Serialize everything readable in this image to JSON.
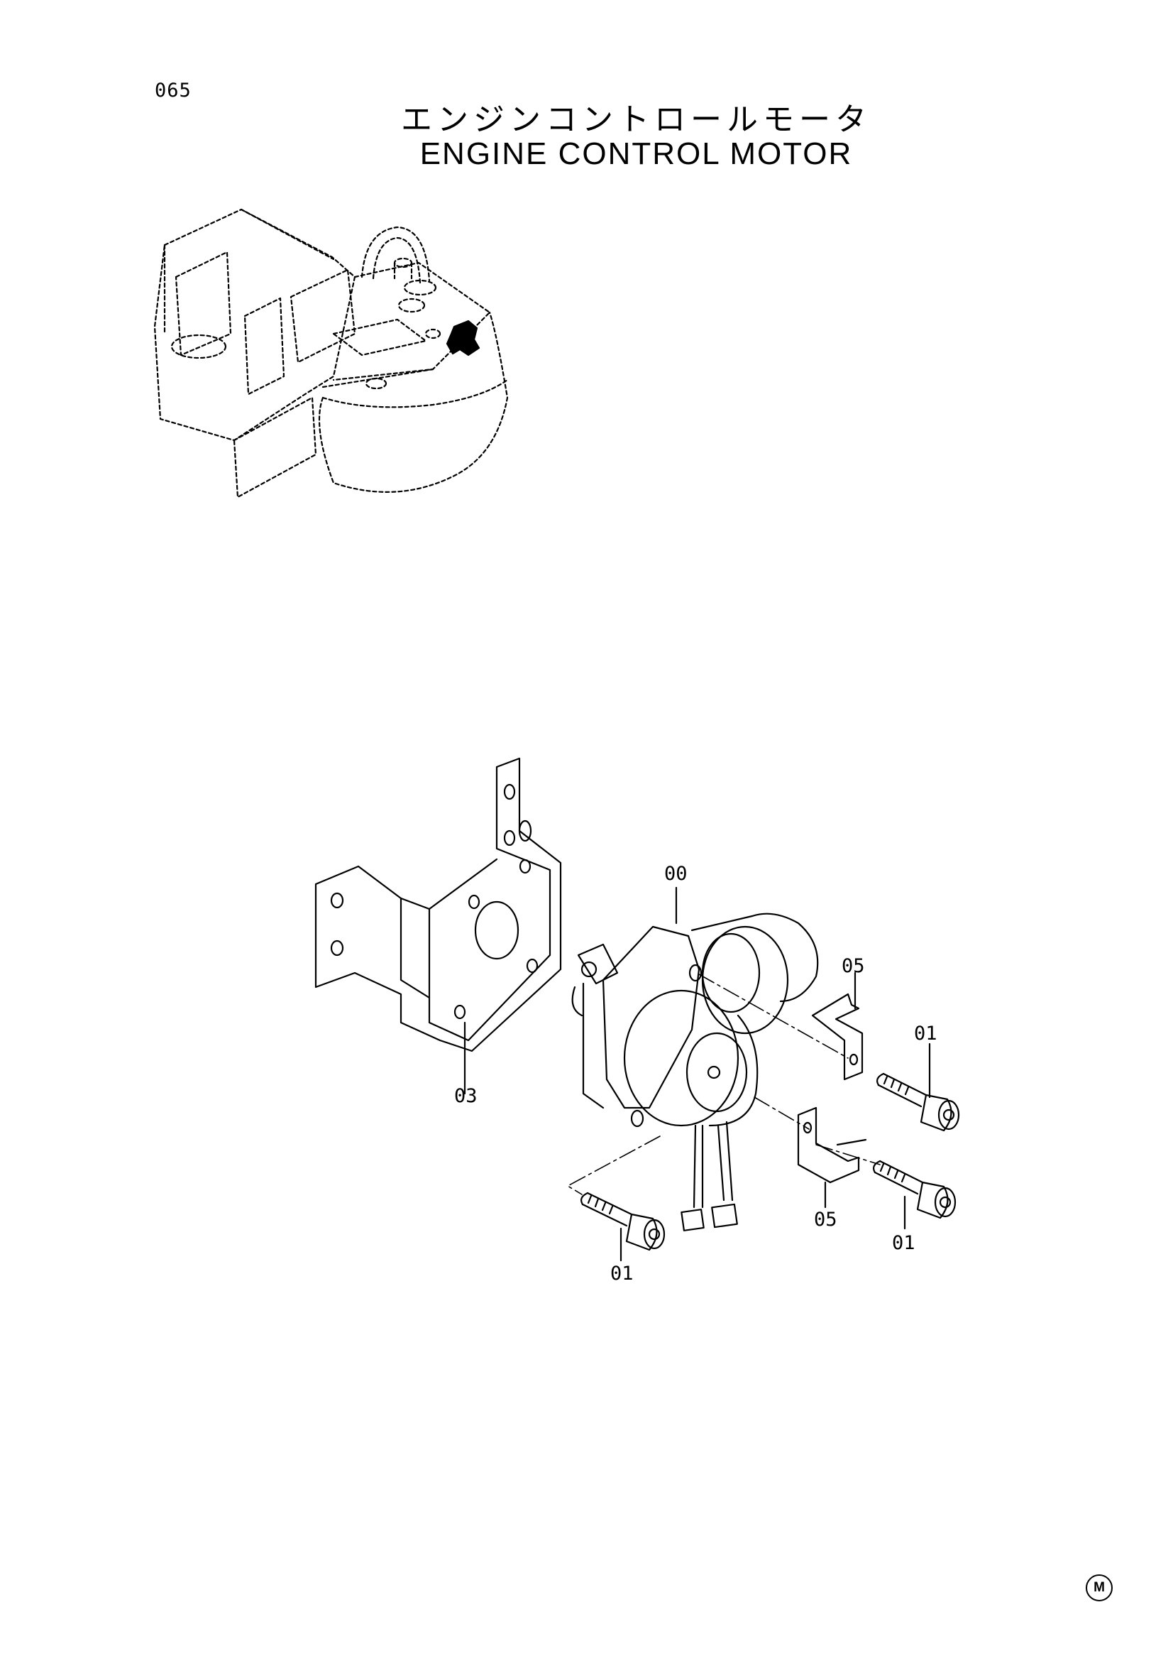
{
  "page_number": "065",
  "title_jp": "エンジンコントロールモータ",
  "title_en": "ENGINE CONTROL MOTOR",
  "callouts": {
    "motor_assembly": "00",
    "bolt_top_right": "01",
    "bolt_bottom_right": "01",
    "bolt_bottom_left": "01",
    "bracket": "03",
    "plate_top": "05",
    "plate_bottom": "05"
  },
  "corner_mark": "M"
}
